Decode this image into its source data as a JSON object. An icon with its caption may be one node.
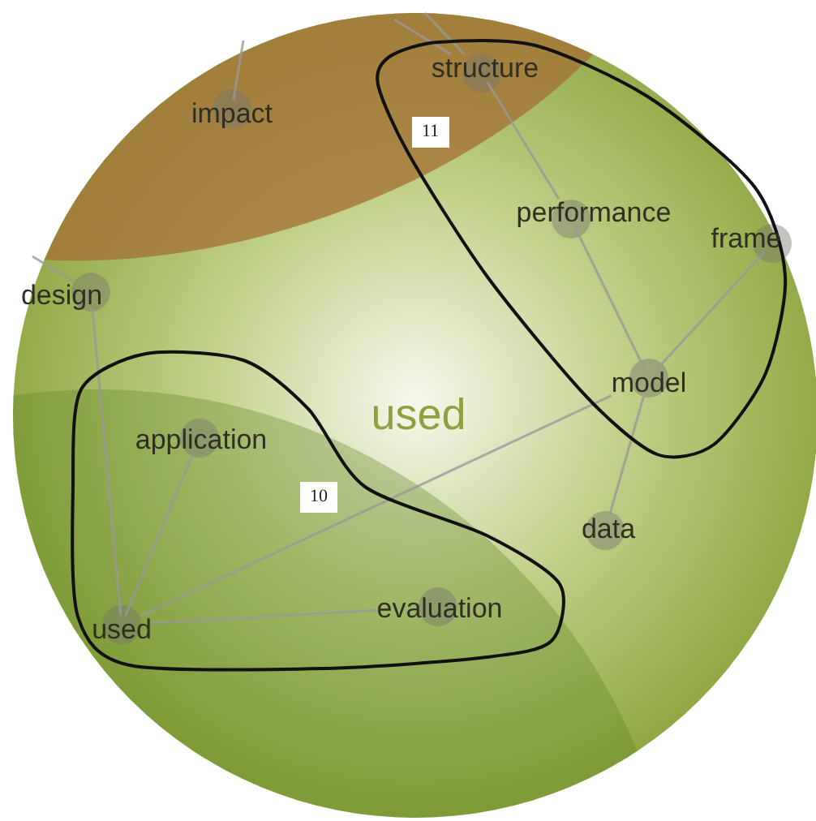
{
  "diagram": {
    "nodes": [
      {
        "text": [
          "11"
        ]
      },
      {
        "text": [
          "structure"
        ],
        "in": 0
      },
      {
        "text": [
          "performance"
        ],
        "in": 0
      },
      {
        "text": [
          "frame"
        ],
        "in": 0
      },
      {
        "text": [
          "model"
        ],
        "in": 0
      },
      {
        "text": [
          "impact"
        ]
      },
      {
        "text": [
          "design"
        ]
      },
      {
        "text": [
          "10"
        ]
      },
      {
        "text": [
          "application"
        ],
        "in": 7
      },
      {
        "text": [
          "evaluation"
        ],
        "in": 7
      },
      {
        "text": [
          "used"
        ],
        "in": 7
      },
      {
        "text": [
          "data"
        ]
      }
    ],
    "edges": [
      {
        "from": null,
        "to": 1,
        "arrow": "none"
      },
      {
        "from": null,
        "to": 1,
        "arrow": "none"
      },
      {
        "from": 1,
        "to": 2,
        "arrow": "none"
      },
      {
        "from": 2,
        "to": 4,
        "arrow": "none"
      },
      {
        "from": 3,
        "to": 4,
        "arrow": "none"
      },
      {
        "from": 4,
        "to": 11,
        "arrow": "none"
      },
      {
        "from": 4,
        "to": 10,
        "arrow": "none"
      },
      {
        "from": 10,
        "to": 8,
        "arrow": "none"
      },
      {
        "from": 6,
        "to": 10,
        "arrow": "none"
      },
      {
        "from": 10,
        "to": 9,
        "arrow": "none"
      },
      {
        "from": null,
        "to": 5,
        "arrow": "none"
      },
      {
        "from": null,
        "to": 6,
        "arrow": "none"
      }
    ],
    "labels": [
      "used"
    ]
  }
}
